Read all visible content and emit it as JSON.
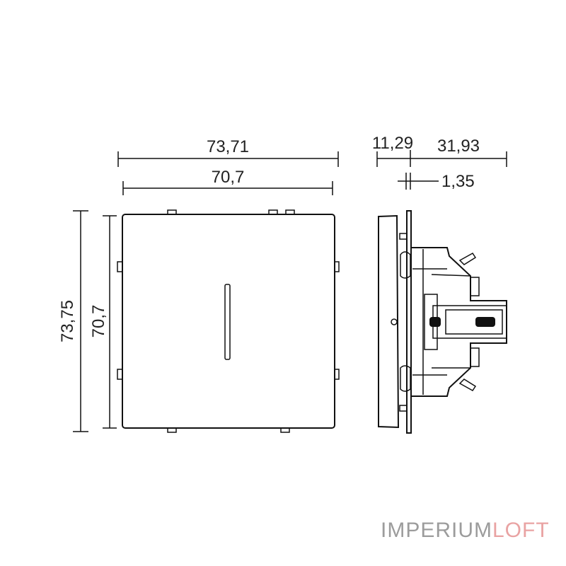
{
  "front_view": {
    "width_outer": "73,71",
    "width_inner": "70,7",
    "height_outer": "73,75",
    "height_inner": "70,7"
  },
  "side_view": {
    "cover_depth": "11,29",
    "body_depth": "31,93",
    "plate_thickness": "1,35"
  },
  "logo": {
    "part1": "IMPERIUM",
    "part2": "LOFT",
    "colors": {
      "part1": "#9c9c9c",
      "part2": "#e9a3a3"
    }
  }
}
